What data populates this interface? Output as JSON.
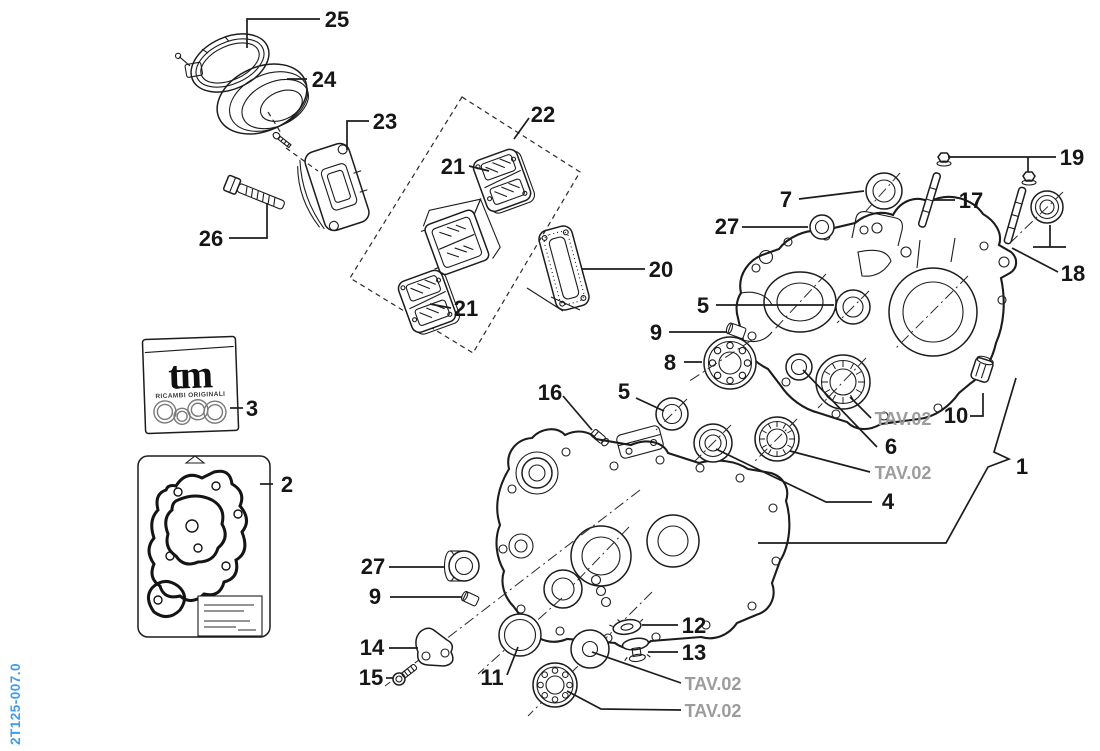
{
  "drawing_code": "2T125-007.0",
  "brand": {
    "logo": "tm",
    "subtitle": "RICAMBI ORIGINALI"
  },
  "tav_ref": "TAV.02",
  "colors": {
    "line": "#1c1c1c",
    "tav_gray": "#9c9c9c",
    "code_blue": "#3c9bf2"
  },
  "callouts": {
    "c1": "1",
    "c2": "2",
    "c3": "3",
    "c4": "4",
    "c5": "5",
    "c6": "6",
    "c7": "7",
    "c8": "8",
    "c9": "9",
    "c10": "10",
    "c11": "11",
    "c12": "12",
    "c13": "13",
    "c14": "14",
    "c15": "15",
    "c16": "16",
    "c17": "17",
    "c18": "18",
    "c19": "19",
    "c20": "20",
    "c21": "21",
    "c22": "22",
    "c23": "23",
    "c24": "24",
    "c25": "25",
    "c26": "26",
    "c27": "27"
  }
}
